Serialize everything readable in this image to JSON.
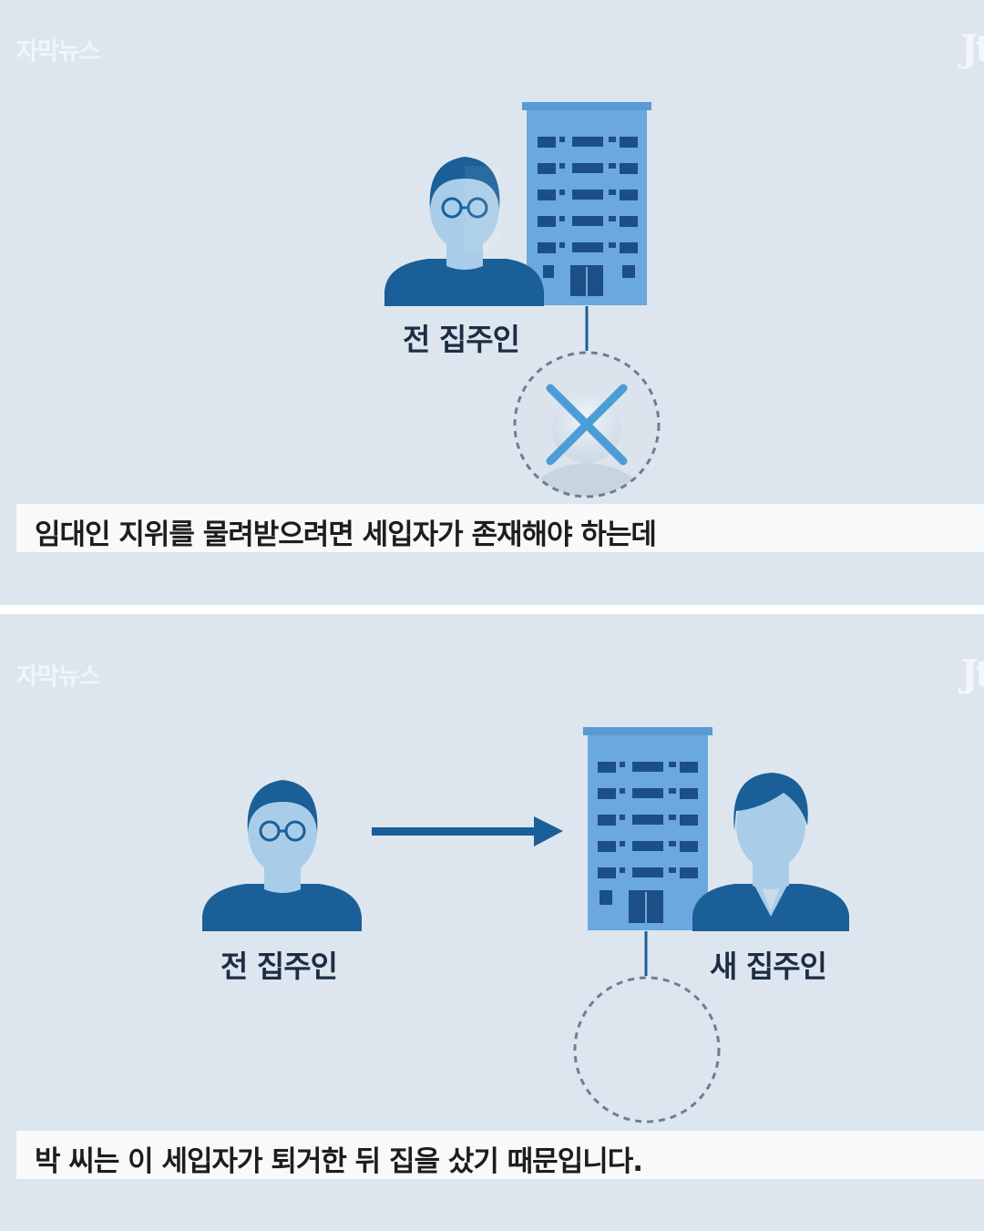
{
  "watermark": "자막뉴스",
  "channel_logo": "Jt",
  "panel_top": {
    "person_label": "전 집주인",
    "caption": "임대인 지위를 물려받으려면 세입자가 존재해야 하는데"
  },
  "panel_bottom": {
    "former_owner_label": "전 집주인",
    "new_owner_label": "새 집주인",
    "caption": "박 씨는 이 세입자가 퇴거한 뒤 집을 샀기 때문입니다."
  },
  "icons": {
    "former_owner": "person-glasses-icon",
    "new_owner": "person-suit-icon",
    "building": "apartment-building-icon",
    "tenant_absent": "x-mark-icon",
    "transfer": "arrow-right-icon"
  },
  "colors": {
    "background": "#dde6ef",
    "person_dark": "#1a5f98",
    "person_face": "#a9cce8",
    "building_light": "#6aa8dd",
    "building_dark": "#1b4f86",
    "x_mark": "#4b9dd6",
    "dashed": "#6a7f95"
  }
}
